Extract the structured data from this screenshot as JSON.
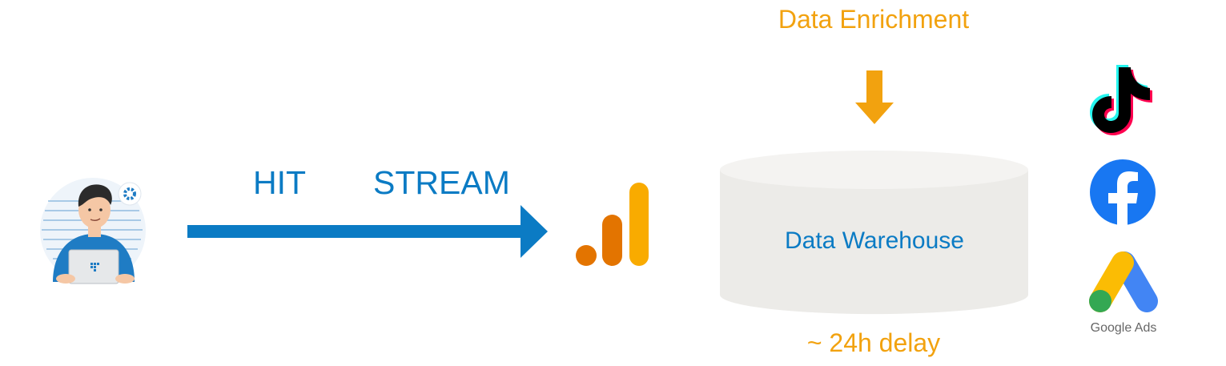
{
  "diagram": {
    "labels": {
      "hit": "HIT",
      "stream": "STREAM",
      "data_enrichment": "Data Enrichment",
      "data_warehouse": "Data Warehouse",
      "delay": "~ 24h delay",
      "google_ads": "Google Ads"
    },
    "icons": {
      "user": "person-with-laptop-icon",
      "analytics": "google-analytics-icon",
      "tiktok": "tiktok-icon",
      "facebook": "facebook-icon",
      "google_ads": "google-ads-icon"
    },
    "colors": {
      "stream_arrow": "#0b7bc4",
      "enrichment_arrow": "#f2a20f",
      "warehouse": "#ecebe8",
      "analytics_dark": "#e37400",
      "analytics_light": "#f9ab00"
    }
  }
}
